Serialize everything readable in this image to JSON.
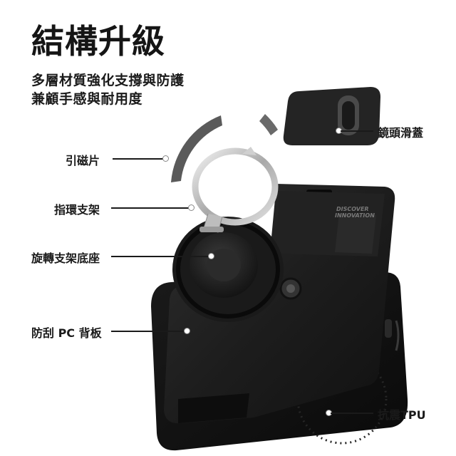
{
  "heading": "結構升級",
  "subtitle": {
    "line1": "多層材質強化支撐與防護",
    "line2": "兼顧手感與耐用度"
  },
  "callouts": {
    "magnet": "引磁片",
    "ring": "指環支架",
    "base": "旋轉支架底座",
    "back": "防刮 PC 背板",
    "lens": "鏡頭滑蓋",
    "tpu": "抗震TPU"
  },
  "case_text": {
    "line1": "DISCOVER",
    "line2": "INNOVATION"
  },
  "colors": {
    "case_black": "#1b1b1b",
    "tpu_dark": "#101010",
    "ring_silver": "#c9c9c9",
    "magnet_gray": "#5a5a5a"
  }
}
